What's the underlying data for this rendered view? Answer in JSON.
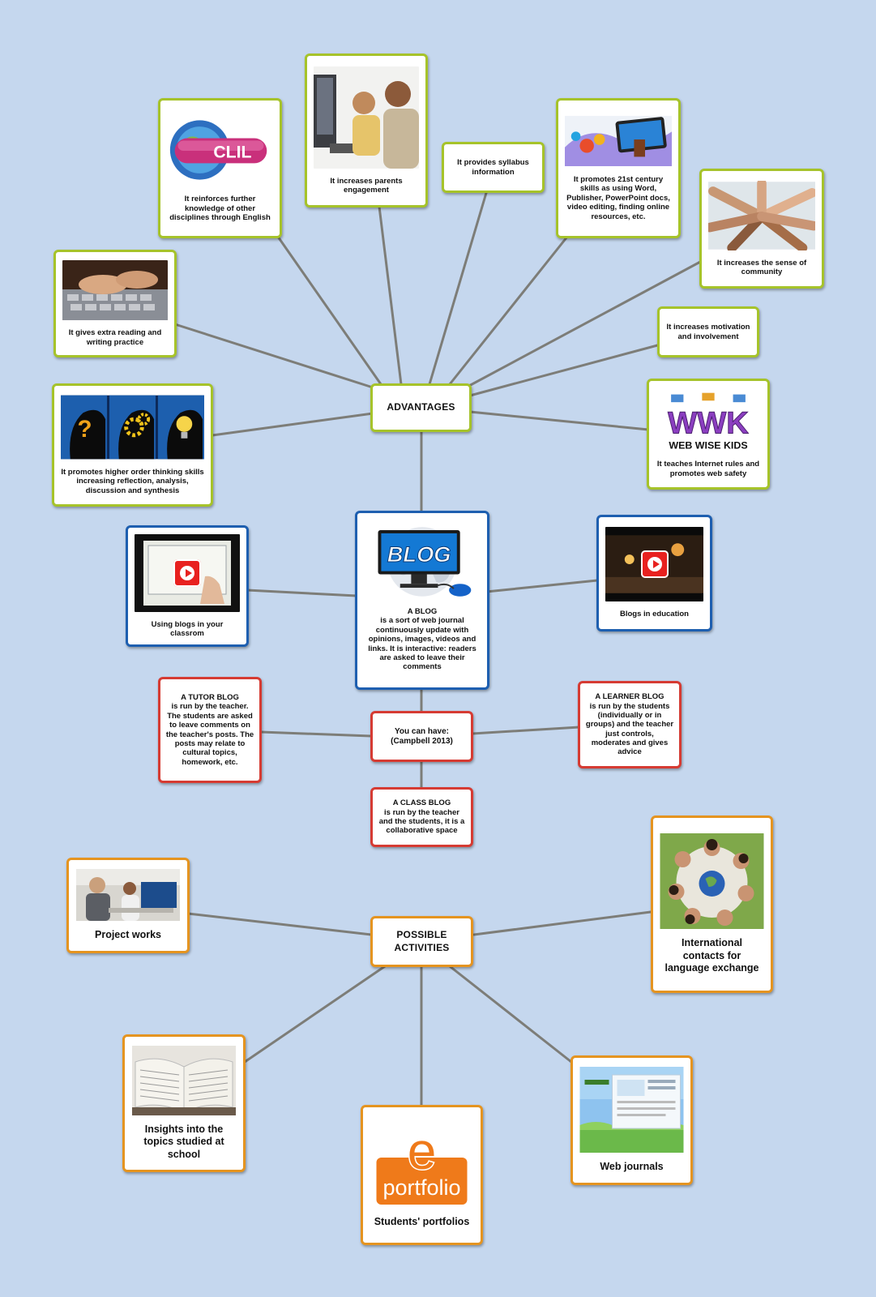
{
  "hubs": {
    "advantages": "ADVANTAGES",
    "activities": "POSSIBLE\nACTIVITIES",
    "you_can_have": "You can have:\n(Campbell 2013)"
  },
  "center": {
    "logo_text": "BLOG",
    "title": "A BLOG",
    "text": "is a sort of web journal continuously update with opinions, images, videos and links. It is interactive: readers are asked to leave their comments"
  },
  "advantages": {
    "clil": {
      "logo_text": "CLIL",
      "caption": "It reinforces further knowledge of other disciplines through English"
    },
    "parents": "It increases parents engagement",
    "syllabus": "It provides syllabus information",
    "skills": "It promotes 21st century skills as using Word, Publisher, PowerPoint docs, video editing, finding online resources, etc.",
    "community": "It increases the sense of community",
    "motivation": "It increases motivation and involvement",
    "safety": {
      "logo_text": "WWK",
      "logo_subtext": "WEB WISE KIDS",
      "caption": "It teaches Internet rules and promotes web safety"
    },
    "reading": "It gives extra reading and writing practice",
    "thinking": "It promotes higher order thinking skills increasing reflection, analysis, discussion and synthesis"
  },
  "videos": {
    "classroom": "Using blogs in your classrom",
    "education": "Blogs in education"
  },
  "blog_types": {
    "tutor": {
      "title": "A TUTOR BLOG",
      "text": "is run by the teacher. The students are asked to leave comments on the teacher's posts. The posts may relate to cultural topics, homework, etc."
    },
    "learner": {
      "title": "A LEARNER BLOG",
      "text": "is run by the students (individually or in groups) and the teacher just controls, moderates and gives advice"
    },
    "class": {
      "title": "A CLASS BLOG",
      "text": "is run by the teacher and the students, it is a collaborative space"
    }
  },
  "activities": {
    "project": "Project works",
    "international": "International contacts for language exchange",
    "insights": "Insights into the topics studied at school",
    "portfolio": {
      "logo_e": "e",
      "logo_word": "portfolio",
      "caption": "Students' portfolios"
    },
    "journals": "Web journals"
  },
  "colors": {
    "background": "#c5d7ee",
    "connector": "#7d7d78",
    "advantages_border": "#a6c32a",
    "blog_border": "#1e5fb0",
    "types_border": "#d63b33",
    "activities_border": "#e59420",
    "play_button": "#e8211f",
    "portfolio_orange": "#ef7a1a"
  }
}
